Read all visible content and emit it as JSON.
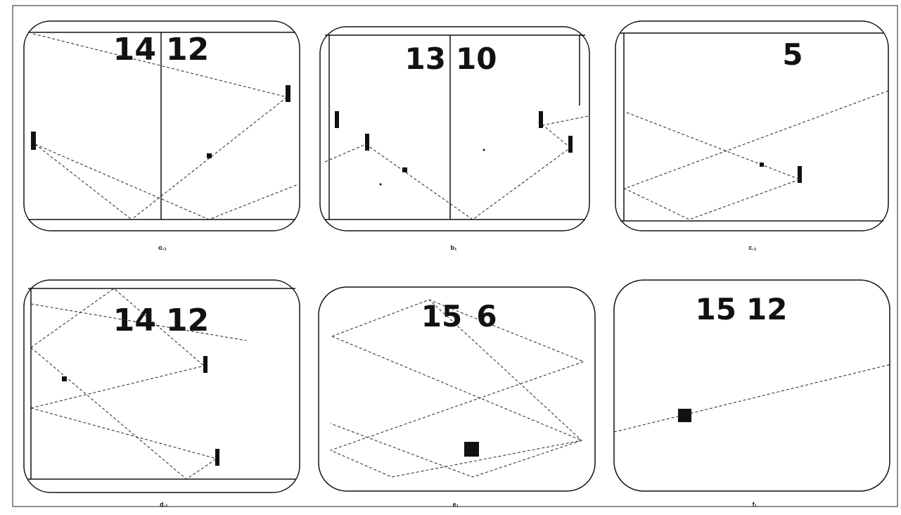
{
  "panels": [
    {
      "id": "a",
      "caption": "o.₁",
      "score_left": "14",
      "score_right": "12"
    },
    {
      "id": "b",
      "caption": "b₁",
      "score_left": "13",
      "score_right": "10"
    },
    {
      "id": "c",
      "caption": "c.₁",
      "score_left": "",
      "score_right": "5"
    },
    {
      "id": "d",
      "caption": "d.₁",
      "score_left": "14",
      "score_right": "12"
    },
    {
      "id": "e",
      "caption": "e₁",
      "score_left": "15",
      "score_right": "6"
    },
    {
      "id": "f",
      "caption": "f₁",
      "score_left": "15",
      "score_right": "12"
    }
  ]
}
